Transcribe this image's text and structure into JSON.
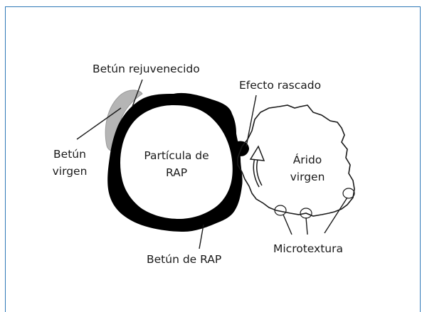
{
  "labels": {
    "betun_rejuvenecido": "Betún rejuvenecido",
    "efecto_rascado": "Efecto rascado",
    "betun_virgen_line1": "Betún",
    "betun_virgen_line2": "virgen",
    "particula_line1": "Partícula de",
    "particula_line2": "RAP",
    "arido_line1": "Árido",
    "arido_line2": "virgen",
    "betun_de_rap": "Betún de RAP",
    "microtextura": "Microtextura"
  },
  "colors": {
    "frame": "#2e78b7",
    "rap_binder": "#000000",
    "virgin_binder": "#b5b5b5",
    "text": "#1a1a1a"
  },
  "icons": {
    "scraping_arrow": "curved-up-arrow-icon"
  }
}
